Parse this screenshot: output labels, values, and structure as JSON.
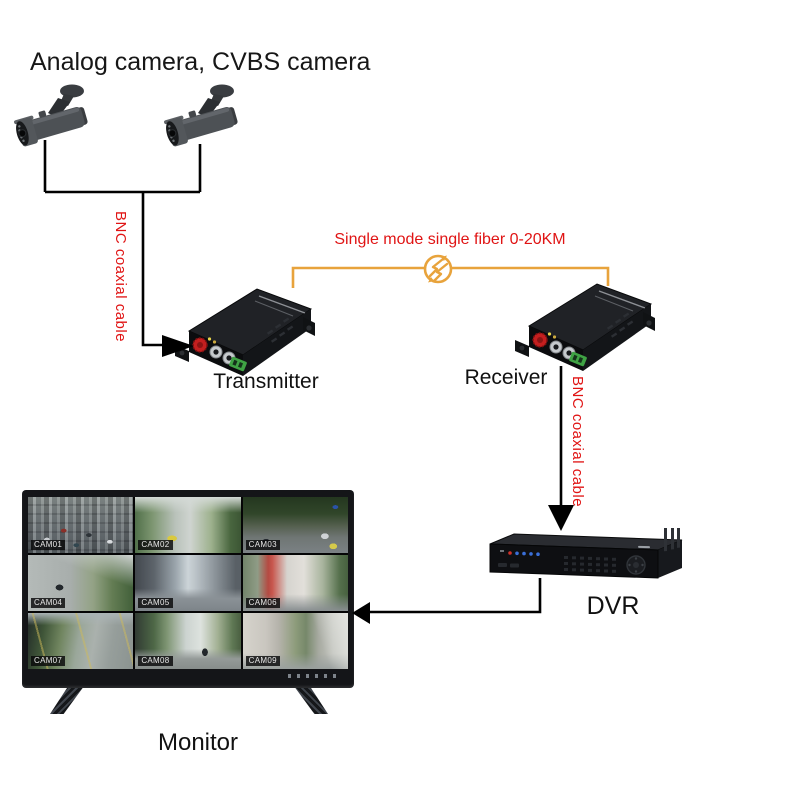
{
  "title": "Analog camera, CVBS camera",
  "colors": {
    "label_red": "#e01414",
    "fiber_orange": "#e8a33c",
    "line_black": "#000000"
  },
  "connections": {
    "bnc_top": {
      "label": "BNC coaxial cable"
    },
    "fiber": {
      "label": "Single mode single fiber 0-20KM"
    },
    "bnc_bottom": {
      "label": "BNC coaxial cable"
    }
  },
  "devices": {
    "transmitter": {
      "label": "Transmitter"
    },
    "receiver": {
      "label": "Receiver"
    },
    "dvr": {
      "label": "DVR"
    },
    "monitor": {
      "label": "Monitor",
      "cells": [
        {
          "label": "CAM01"
        },
        {
          "label": "CAM02"
        },
        {
          "label": "CAM03"
        },
        {
          "label": "CAM04"
        },
        {
          "label": "CAM05"
        },
        {
          "label": "CAM06"
        },
        {
          "label": "CAM07"
        },
        {
          "label": "CAM08"
        },
        {
          "label": "CAM09"
        }
      ]
    }
  }
}
